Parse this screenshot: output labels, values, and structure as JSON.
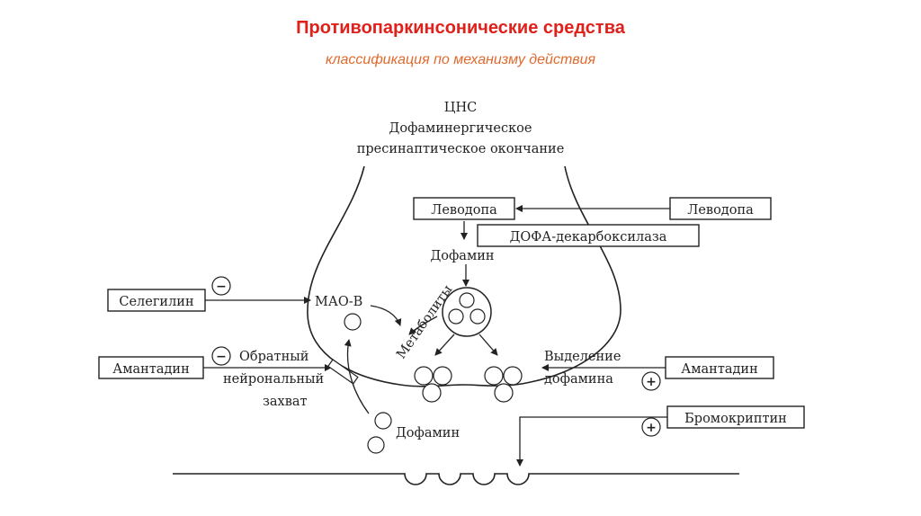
{
  "header": {
    "title": "Противопаркинсонические средства",
    "subtitle": "классификация по механизму действия"
  },
  "diagram": {
    "cns_lines": [
      "ЦНС",
      "Дофаминергическое",
      "пресинаптическое окончание"
    ],
    "levodopa_inner": "Леводопа",
    "levodopa_outer": "Леводопа",
    "dopa_decarboxylase": "ДОФА-декарбоксилаза",
    "dopamine_top": "Дофамин",
    "selegiline": "Селегилин",
    "mao_b": "МАО-В",
    "metabolites": "Метаболиты",
    "amantadine_left": "Амантадин",
    "reuptake_lines": [
      "Обратный",
      "нейрональный",
      "захват"
    ],
    "release_lines": [
      "Выделение",
      "дофамина"
    ],
    "amantadine_right": "Амантадин",
    "bromocriptine": "Бромокриптин",
    "dopamine_bottom": "Дофамин",
    "minus_sign": "−",
    "plus_sign": "+"
  }
}
